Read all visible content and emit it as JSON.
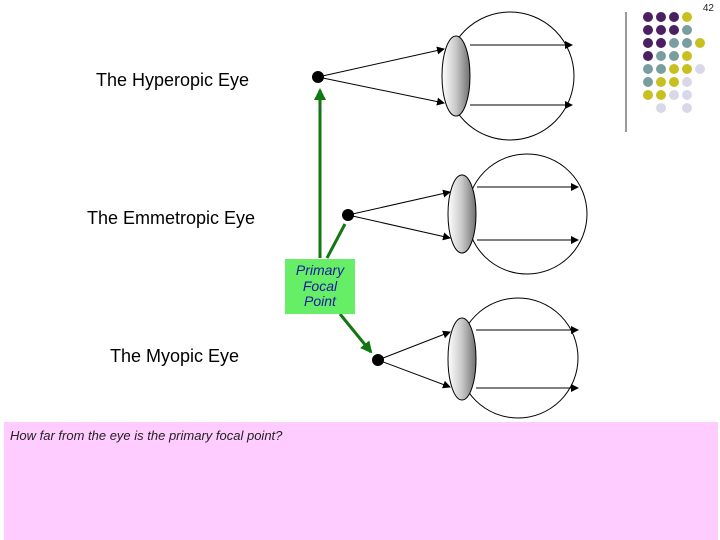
{
  "slide": {
    "number": "42"
  },
  "labels": {
    "hyperopic": "The Hyperopic Eye",
    "emmetropic": "The Emmetropic Eye",
    "myopic": "The Myopic Eye"
  },
  "focal_point": {
    "line1": "Primary",
    "line2": "Focal",
    "line3": "Point"
  },
  "question": "How far from the eye is the primary focal point?",
  "colors": {
    "focal_box": "#66ee66",
    "focal_text": "#1a1aa0",
    "arrow_green": "#117711",
    "question_bg": "#ffccff",
    "dot_purple": "#4b2060",
    "dot_teal": "#7a9ea0",
    "dot_olive": "#c8c020",
    "dot_lavender": "#d8d8e8"
  }
}
